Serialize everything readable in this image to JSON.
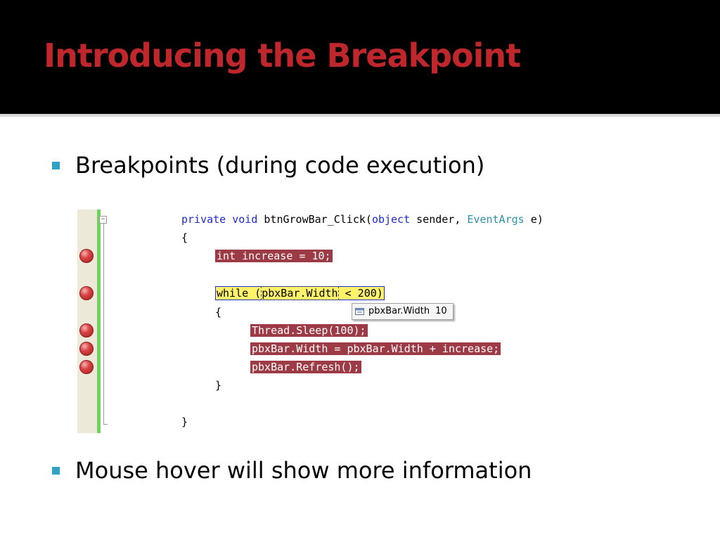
{
  "slide": {
    "title": "Introducing the Breakpoint",
    "bullets": [
      "Breakpoints (during code execution)",
      "Mouse hover will show more information"
    ]
  },
  "code": {
    "line1": {
      "kw1": "private",
      "kw2": "void",
      "name": "btnGrowBar_Click(",
      "kw3": "object",
      "param1": "sender,",
      "type": "EventArgs",
      "param2": "e)"
    },
    "open_brace": "{",
    "line_int": "int increase = 10;",
    "while_kw": "while (",
    "while_var": "pbxBar.Width",
    "while_rest": " < 200)",
    "inner_open": "{",
    "line_sleep": "Thread.Sleep(100);",
    "line_width": "pbxBar.Width = pbxBar.Width + increase;",
    "line_refresh": "pbxBar.Refresh();",
    "inner_close": "}",
    "close_brace": "}"
  },
  "tooltip": {
    "name": "pbxBar.Width",
    "value": "10"
  },
  "colors": {
    "title": "#c0272d",
    "bullet": "#2ea3c6",
    "breakpoint_highlight": "#9c3a45",
    "current_line": "#fff36b",
    "keyword": "#1b2bd0",
    "type": "#2b91af"
  },
  "icons": {
    "breakpoint": "breakpoint-icon",
    "current_statement": "current-statement-arrow-icon",
    "tooltip": "watch-variable-icon",
    "outline": "collapse-outline-icon"
  }
}
